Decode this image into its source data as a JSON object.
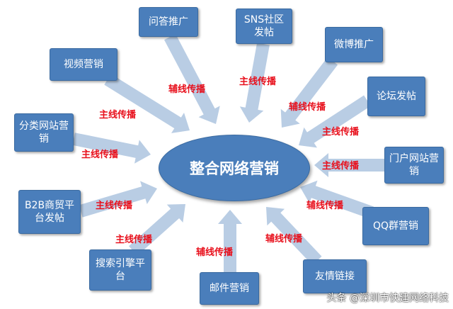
{
  "center": {
    "label": "整合网络营销"
  },
  "nodes": [
    {
      "id": "wenda",
      "label": "问答推广"
    },
    {
      "id": "sns",
      "label": "SNS社区发帖"
    },
    {
      "id": "weibo",
      "label": "微博推广"
    },
    {
      "id": "shipin",
      "label": "视频营销"
    },
    {
      "id": "luntan",
      "label": "论坛发帖"
    },
    {
      "id": "fenlei",
      "label": "分类网站营销"
    },
    {
      "id": "menhu",
      "label": "门户网站营销"
    },
    {
      "id": "b2b",
      "label": "B2B商贸平台发帖"
    },
    {
      "id": "qq",
      "label": "QQ群营销"
    },
    {
      "id": "sousuo",
      "label": "搜索引擎平台"
    },
    {
      "id": "youjian",
      "label": "邮件营销"
    },
    {
      "id": "youqing",
      "label": "友情链接"
    }
  ],
  "edge_labels": [
    {
      "id": "wenda",
      "text": "辅线传播"
    },
    {
      "id": "sns",
      "text": "主线传播"
    },
    {
      "id": "weibo",
      "text": "辅线传播"
    },
    {
      "id": "shipin",
      "text": "主线传播"
    },
    {
      "id": "luntan",
      "text": "主线传播"
    },
    {
      "id": "fenlei",
      "text": "主线传播"
    },
    {
      "id": "menhu",
      "text": "主线传播"
    },
    {
      "id": "b2b",
      "text": "主线传播"
    },
    {
      "id": "qq",
      "text": "辅线传播"
    },
    {
      "id": "sousuo",
      "text": "主线传播"
    },
    {
      "id": "youjian",
      "text": "辅线传播"
    },
    {
      "id": "youqing",
      "text": "辅线传播"
    }
  ],
  "watermark": "头条 @深圳市快建网络科技",
  "colors": {
    "node_fill": "#4a7ebb",
    "arrow_fill": "#b9cde4",
    "label_text": "#e8101c"
  }
}
